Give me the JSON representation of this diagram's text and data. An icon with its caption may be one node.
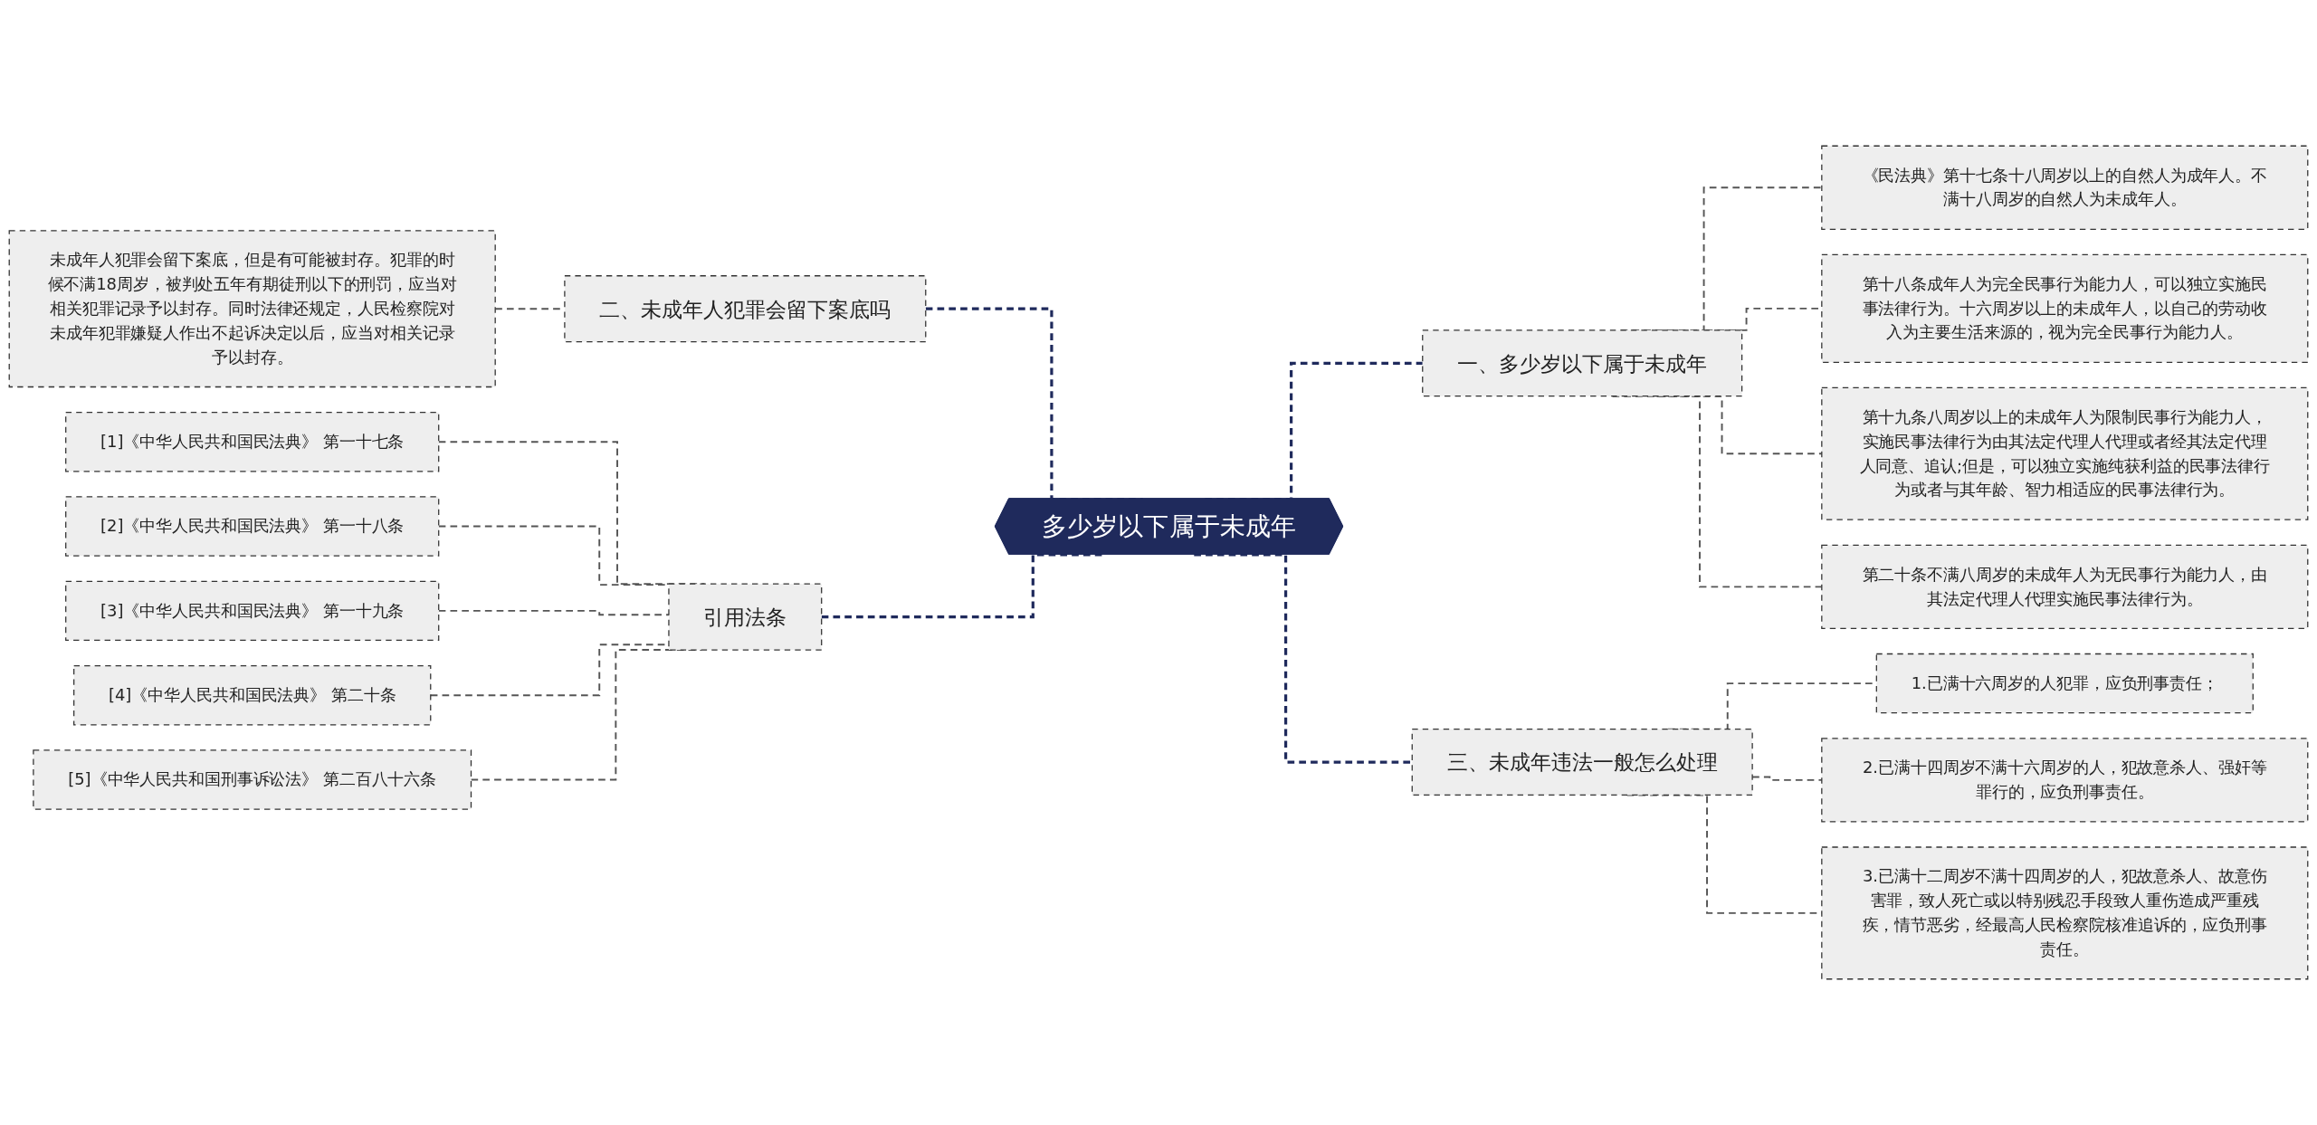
{
  "diagram": {
    "nodes": [
      {
        "text": [
          "多少岁以下属于未成年"
        ]
      },
      {
        "text": [
          "一、多少岁以下属于未成年"
        ]
      },
      {
        "text": [
          "《民法典》第十七条十八周岁以上的自然人为成年人。不满十八周岁的自然人为未成年人。"
        ]
      },
      {
        "text": [
          "第十八条成年人为完全民事行为能力人，可以独立实施民事法律行为。十六周岁以上的未成年人，以自己的劳动收入为主要生活来源的，视为完全民事行为能力人。"
        ]
      },
      {
        "text": [
          "第十九条八周岁以上的未成年人为限制民事行为能力人，实施民事法律行为由其法定代理人代理或者经其法定代理人同意、追认;但是，可以独立实施纯获利益的民事法律行为或者与其年龄、智力相适应的民事法律行为。"
        ]
      },
      {
        "text": [
          "第二十条不满八周岁的未成年人为无民事行为能力人，由其法定代理人代理实施民事法律行为。"
        ]
      },
      {
        "text": [
          "三、未成年违法一般怎么处理"
        ]
      },
      {
        "text": [
          "1.已满十六周岁的人犯罪，应负刑事责任；"
        ]
      },
      {
        "text": [
          "2.已满十四周岁不满十六周岁的人，犯故意杀人、强奸等罪行的，应负刑事责任。"
        ]
      },
      {
        "text": [
          "3.已满十二周岁不满十四周岁的人，犯故意杀人、故意伤害罪，致人死亡或以特别残忍手段致人重伤造成严重残疾，情节恶劣，经最高人民检察院核准追诉的，应负刑事责任。"
        ]
      },
      {
        "text": [
          "二、未成年人犯罪会留下案底吗"
        ]
      },
      {
        "text": [
          "未成年人犯罪会留下案底，但是有可能被封存。犯罪的时候不满18周岁，被判处五年有期徒刑以下的刑罚，应当对相关犯罪记录予以封存。同时法律还规定，人民检察院对未成年犯罪嫌疑人作出不起诉决定以后，应当对相关记录予以封存。"
        ]
      },
      {
        "text": [
          "引用法条"
        ]
      },
      {
        "text": [
          "[1]《中华人民共和国民法典》 第一十七条"
        ]
      },
      {
        "text": [
          "[2]《中华人民共和国民法典》 第一十八条"
        ]
      },
      {
        "text": [
          "[3]《中华人民共和国民法典》 第一十九条"
        ]
      },
      {
        "text": [
          "[4]《中华人民共和国民法典》 第二十条"
        ]
      },
      {
        "text": [
          "[5]《中华人民共和国刑事诉讼法》 第二百八十六条"
        ]
      }
    ],
    "edges": [
      {
        "from": 0,
        "to": 1,
        "arrow": "none",
        "style": "dashed",
        "color": "#1f2a5c"
      },
      {
        "from": 1,
        "to": 2,
        "arrow": "none",
        "style": "dashed"
      },
      {
        "from": 1,
        "to": 3,
        "arrow": "none",
        "style": "dashed"
      },
      {
        "from": 1,
        "to": 4,
        "arrow": "none",
        "style": "dashed"
      },
      {
        "from": 1,
        "to": 5,
        "arrow": "none",
        "style": "dashed"
      },
      {
        "from": 0,
        "to": 6,
        "arrow": "none",
        "style": "dashed",
        "color": "#1f2a5c"
      },
      {
        "from": 6,
        "to": 7,
        "arrow": "none",
        "style": "dashed"
      },
      {
        "from": 6,
        "to": 8,
        "arrow": "none",
        "style": "dashed"
      },
      {
        "from": 6,
        "to": 9,
        "arrow": "none",
        "style": "dashed"
      },
      {
        "from": 0,
        "to": 10,
        "arrow": "none",
        "style": "dashed",
        "color": "#1f2a5c"
      },
      {
        "from": 10,
        "to": 11,
        "arrow": "none",
        "style": "dashed"
      },
      {
        "from": 0,
        "to": 12,
        "arrow": "none",
        "style": "dashed",
        "color": "#1f2a5c"
      },
      {
        "from": 12,
        "to": 13,
        "arrow": "none",
        "style": "dashed"
      },
      {
        "from": 12,
        "to": 14,
        "arrow": "none",
        "style": "dashed"
      },
      {
        "from": 12,
        "to": 15,
        "arrow": "none",
        "style": "dashed"
      },
      {
        "from": 12,
        "to": 16,
        "arrow": "none",
        "style": "dashed"
      },
      {
        "from": 12,
        "to": 17,
        "arrow": "none",
        "style": "dashed"
      }
    ]
  }
}
